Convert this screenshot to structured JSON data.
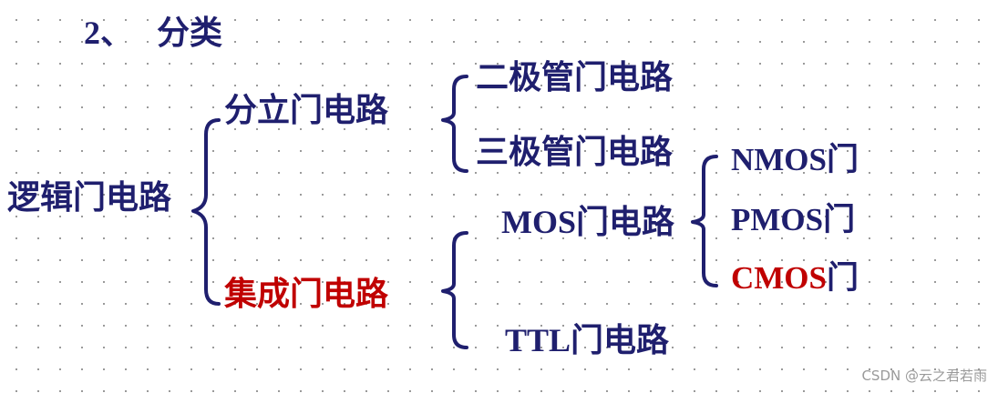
{
  "heading": {
    "number": "2、",
    "text": "分类"
  },
  "root": {
    "label": "逻辑门电路"
  },
  "level1": {
    "discrete": "分立门电路",
    "integrated": "集成门电路"
  },
  "level2": {
    "diode": "二极管门电路",
    "triode": "三极管门电路",
    "mos": {
      "prefix": "MOS",
      "suffix": "门电路"
    },
    "ttl": {
      "prefix": "TTL",
      "suffix": "门电路"
    }
  },
  "level3": {
    "nmos": {
      "prefix": "NMOS",
      "suffix": "门"
    },
    "pmos": {
      "prefix": "PMOS",
      "suffix": "门"
    },
    "cmos": {
      "prefix": "CMOS",
      "suffix": "门"
    }
  },
  "watermark": "CSDN @云之君若雨",
  "colors": {
    "text": "#1f1f6e",
    "highlight": "#c00000",
    "watermark": "#9a9a9a"
  }
}
